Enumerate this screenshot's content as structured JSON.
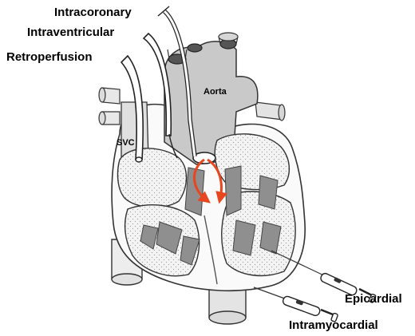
{
  "labels": {
    "intracoronary": "Intracoronary",
    "intraventricular": "Intraventricular",
    "retroperfusion": "Retroperfusion",
    "aorta": "Aorta",
    "svc": "SVC",
    "epicardial": "Epicardial",
    "intramyocardial": "Intramyocardial"
  },
  "colors": {
    "outline": "#333333",
    "chamber_fill": "#f1f1f1",
    "vessel_fill": "#c9c9c9",
    "muscle_fill": "#8f8f8f",
    "flow_arrow": "#e8461e",
    "catheter_fill": "#ffffff"
  }
}
